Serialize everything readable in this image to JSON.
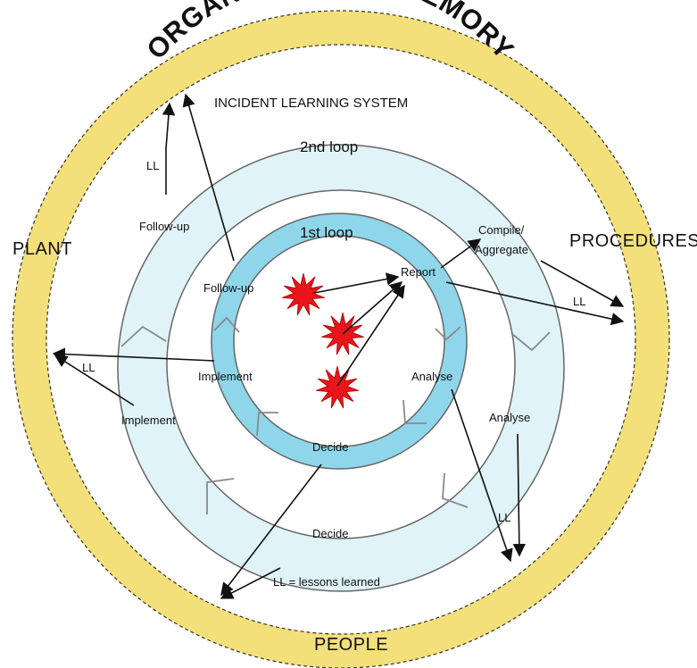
{
  "title": "ORGANISATIONAL MEMORY",
  "colors": {
    "memory_ring": "#f4e07a",
    "loop2_ring": "#dff3f8",
    "loop1_ring": "#8fd6ea",
    "star": "#e8151b",
    "stroke": "#222222",
    "dash": "#333333"
  },
  "ring_labels": {
    "plant": "PLANT",
    "procedures": "PROCEDURES",
    "people": "PEOPLE"
  },
  "system_label": "INCIDENT LEARNING SYSTEM",
  "loop2": {
    "title": "2nd loop",
    "follow_up": "Follow-up",
    "compile_line1": "Compile/",
    "compile_line2": "Aggregate",
    "analyse": "Analyse",
    "decide": "Decide",
    "implement": "Implement"
  },
  "loop1": {
    "title": "1st loop",
    "follow_up": "Follow-up",
    "report": "Report",
    "analyse": "Analyse",
    "decide": "Decide",
    "implement": "Implement"
  },
  "ll": {
    "top": "LL",
    "left": "LL",
    "right": "LL",
    "bottom_right": "LL",
    "legend": "LL = lessons learned"
  },
  "icons": [
    "incident-star",
    "incident-star",
    "incident-star"
  ]
}
